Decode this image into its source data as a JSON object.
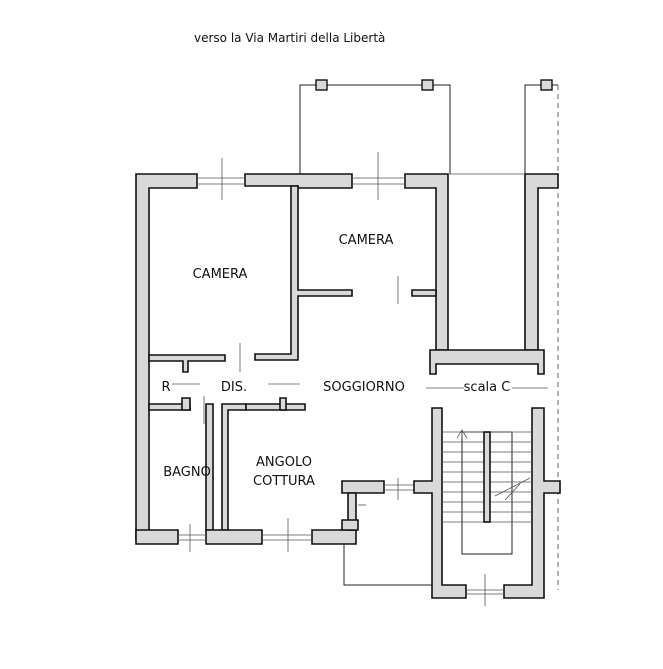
{
  "orientation_note": "verso la Via Martiri della Libertà",
  "rooms": {
    "camera_left": "CAMERA",
    "camera_right": "CAMERA",
    "soggiorno": "SOGGIORNO",
    "ripostiglio": "R",
    "disimpegno": "DIS.",
    "bagno": "BAGNO",
    "angolo_cottura_line1": "ANGOLO",
    "angolo_cottura_line2": "COTTURA",
    "scala": "scala C"
  },
  "colors": {
    "wall_fill": "#d9d9d9",
    "wall_stroke": "#111111",
    "background": "#ffffff"
  }
}
